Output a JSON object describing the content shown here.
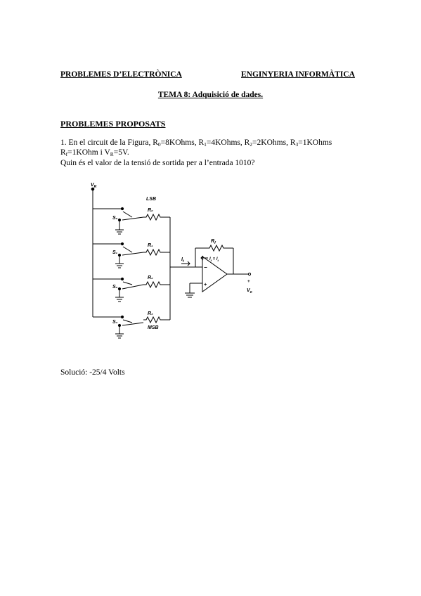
{
  "header": {
    "left": "PROBLEMES D’ELECTRÒNICA",
    "right": "ENGINYERIA INFORMÀTICA"
  },
  "tema": "TEMA 8: Adquisició de dades.",
  "section_title": "PROBLEMES PROPOSATS",
  "problem": {
    "line1": {
      "intro": "1. En el circuit de la Figura, R",
      "r0_sub": "0",
      "r0_val": "=8KOhms, R",
      "r1_sub": "1",
      "r1_val": "=4KOhms, R",
      "r2_sub": "2",
      "r2_val": "=2KOhms, R",
      "r3_sub": "3",
      "r3_val": "=1KOhms"
    },
    "line2": {
      "rf": "R",
      "rf_sub": "f",
      "rf_val": "=1KOhm i V",
      "vr_sub": "R",
      "vr_val": "=5V."
    },
    "line3": "Quin és el valor de la tensió de sortida per a l’entrada 1010?"
  },
  "figure": {
    "labels": {
      "vr": "V",
      "vr_sub": "R",
      "lsb": "LSB",
      "msb": "MSB",
      "r0": "R₀",
      "r1": "R₁",
      "r2": "R₂",
      "r3": "R₃",
      "rf": "R",
      "rf_sub": "f",
      "s0": "S₀",
      "s1": "S₁",
      "s2": "S₂",
      "s3": "S₃",
      "it": "I",
      "it_sub": "t",
      "if_eq": "I",
      "vo": "V",
      "vo_sub": "o",
      "minus": "−",
      "plus": "+",
      "out_plus": "+"
    }
  },
  "solution": "Solució: -25/4 Volts"
}
